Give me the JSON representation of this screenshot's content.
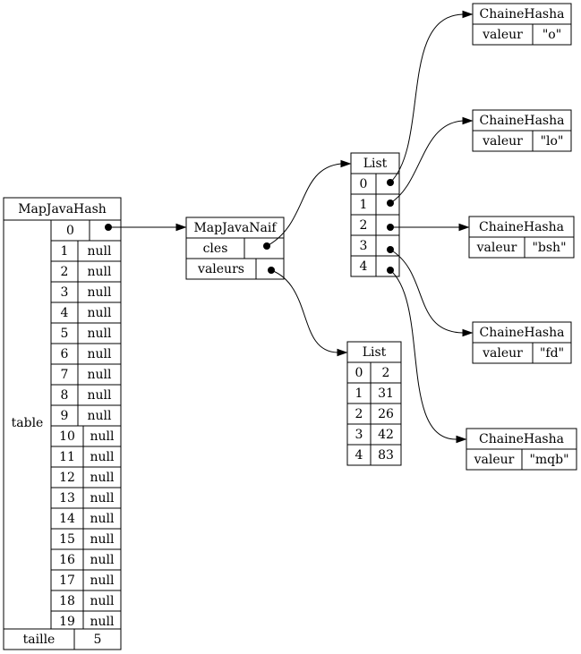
{
  "map_java_hash": {
    "title": "MapJavaHash",
    "table_label": "table",
    "table": [
      {
        "index": "0",
        "value": ""
      },
      {
        "index": "1",
        "value": "null"
      },
      {
        "index": "2",
        "value": "null"
      },
      {
        "index": "3",
        "value": "null"
      },
      {
        "index": "4",
        "value": "null"
      },
      {
        "index": "5",
        "value": "null"
      },
      {
        "index": "6",
        "value": "null"
      },
      {
        "index": "7",
        "value": "null"
      },
      {
        "index": "8",
        "value": "null"
      },
      {
        "index": "9",
        "value": "null"
      },
      {
        "index": "10",
        "value": "null"
      },
      {
        "index": "11",
        "value": "null"
      },
      {
        "index": "12",
        "value": "null"
      },
      {
        "index": "13",
        "value": "null"
      },
      {
        "index": "14",
        "value": "null"
      },
      {
        "index": "15",
        "value": "null"
      },
      {
        "index": "16",
        "value": "null"
      },
      {
        "index": "17",
        "value": "null"
      },
      {
        "index": "18",
        "value": "null"
      },
      {
        "index": "19",
        "value": "null"
      }
    ],
    "taille_label": "taille",
    "taille_value": "5"
  },
  "map_java_naif": {
    "title": "MapJavaNaif",
    "cles_label": "cles",
    "valeurs_label": "valeurs"
  },
  "keys_list": {
    "title": "List",
    "indices": [
      "0",
      "1",
      "2",
      "3",
      "4"
    ]
  },
  "values_list": {
    "title": "List",
    "rows": [
      {
        "index": "0",
        "value": "2"
      },
      {
        "index": "1",
        "value": "31"
      },
      {
        "index": "2",
        "value": "26"
      },
      {
        "index": "3",
        "value": "42"
      },
      {
        "index": "4",
        "value": "83"
      }
    ]
  },
  "chaines": [
    {
      "title": "ChaineHasha",
      "label": "valeur",
      "value": "\"o\""
    },
    {
      "title": "ChaineHasha",
      "label": "valeur",
      "value": "\"lo\""
    },
    {
      "title": "ChaineHasha",
      "label": "valeur",
      "value": "\"bsh\""
    },
    {
      "title": "ChaineHasha",
      "label": "valeur",
      "value": "\"fd\""
    },
    {
      "title": "ChaineHasha",
      "label": "valeur",
      "value": "\"mqb\""
    }
  ]
}
